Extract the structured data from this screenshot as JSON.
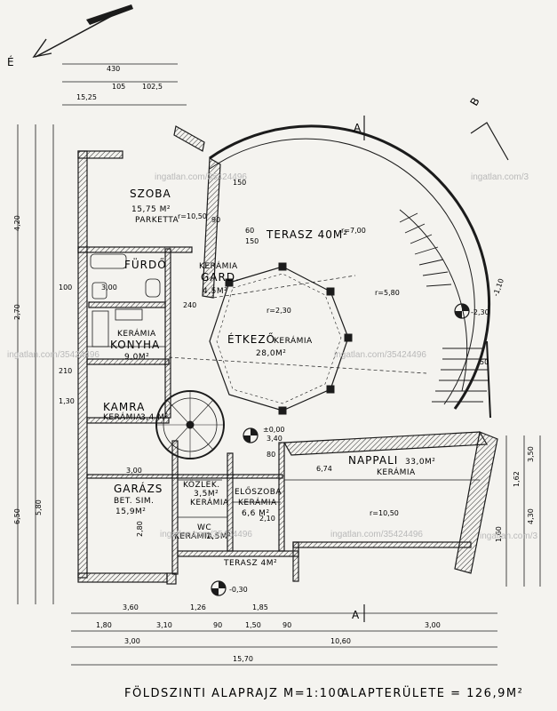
{
  "title": {
    "left": "FÖLDSZINTI ALAPRAJZ  M=1:100",
    "right": "ALAPTERÜLETE = 126,9M²"
  },
  "north_label": "É",
  "section_marks": {
    "a_top": "A",
    "a_bottom": "A",
    "b": "B"
  },
  "watermarks": {
    "w1": "ingatlan.com/35424496",
    "w2": "ingatlan.com/3",
    "w3": "ingatlan.com/35424496",
    "w4": "ingatlan.com/35424496",
    "w5": "ingatlan.com/3",
    "w6": "ingatlan.com/35424496",
    "w7": "ingatlan.com/35424496"
  },
  "rooms": {
    "szoba": {
      "name": "SZOBA",
      "area": "15,75 M²",
      "floor": "PARKETTA"
    },
    "terasz1": {
      "name": "TERASZ 40M²"
    },
    "furdo": {
      "name": "FÜRDŐ"
    },
    "gard": {
      "name": "GARD.",
      "floor": "KERÁMIA",
      "area": "4,5M²"
    },
    "konyha": {
      "name": "KONYHA",
      "floor": "KERÁMIA",
      "area": "9,0M²"
    },
    "etkezo": {
      "name": "ÉTKEZŐ",
      "floor": "KERÁMIA",
      "area": "28,0M²"
    },
    "kamra": {
      "name": "KAMRA",
      "floor": "KERÁMIA",
      "area": "3,4 M²"
    },
    "nappali": {
      "name": "NAPPALI",
      "area": "33,0M²",
      "floor": "KERÁMIA"
    },
    "garazs": {
      "name": "GARÁZS",
      "floor": "BET. SIM.",
      "area": "15,9M²"
    },
    "kozlek": {
      "name": "KÖZLEK.",
      "area": "3,5M²",
      "floor": "KERÁMIA"
    },
    "eloszoba": {
      "name": "ELŐSZOBA",
      "floor": "KERÁMIA",
      "area": "6,6 M²"
    },
    "wc": {
      "name": "WC",
      "floor": "KERÁMIA",
      "area": "1,5M²"
    },
    "terasz2": {
      "name": "TERASZ 4M²"
    }
  },
  "levels": {
    "l1": "-2,30",
    "l2": "±0,00",
    "l3": "-0,30",
    "l4": "-1,10"
  },
  "radii": {
    "r1": "r=10,50",
    "r2": "r=7,00",
    "r3": "r=5,80",
    "r4": "r=2,30",
    "r5": "r=10,50"
  },
  "dims": {
    "t1": "430",
    "t2": "105",
    "t3": "102,5",
    "t4": "15,25",
    "l1": "4,20",
    "l2": "2,70",
    "l3": "6,50",
    "l4": "5,80",
    "b1": "1,80",
    "b2": "3,10",
    "b3": "90",
    "b4": "1,50",
    "b5": "90",
    "b6": "3,00",
    "b7": "3,00",
    "b8": "10,60",
    "b9": "15,70",
    "b10": "3,60",
    "b11": "1,85",
    "b12": "1,26",
    "r1": "3,50",
    "r2": "4,30",
    "r3": "1,62",
    "r4": "1,60",
    "m1": "3,00",
    "m2": "6,74",
    "m3": "2,80",
    "m4": "3,00",
    "m5": "3,40",
    "m6": "150",
    "m7": "150",
    "m8": "60",
    "m9": "100",
    "m10": "210",
    "m11": "2,10",
    "m12": "80",
    "m13": "90",
    "m14": "1,30",
    "m15": "240",
    "m16": "50"
  }
}
